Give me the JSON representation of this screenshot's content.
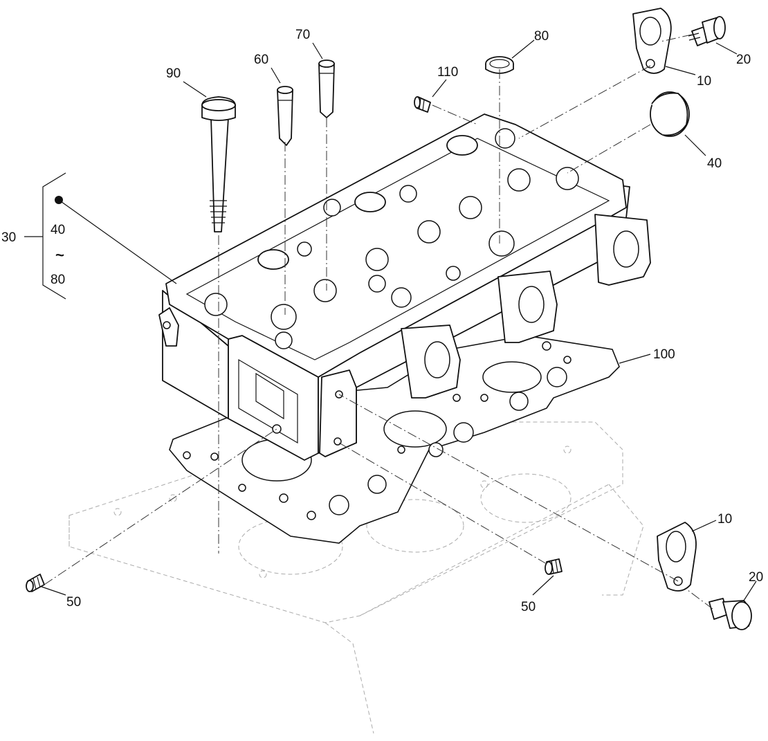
{
  "callouts": {
    "p10_top": "10",
    "p10_bottom": "10",
    "p20_top": "20",
    "p20_bottom": "20",
    "p30": "30",
    "p40": "40",
    "p50_left": "50",
    "p50_right": "50",
    "p60": "60",
    "p70": "70",
    "p80": "80",
    "p90": "90",
    "p100": "100",
    "p110": "110"
  },
  "group_30": {
    "from": "40",
    "tilde": "~",
    "to": "80"
  }
}
